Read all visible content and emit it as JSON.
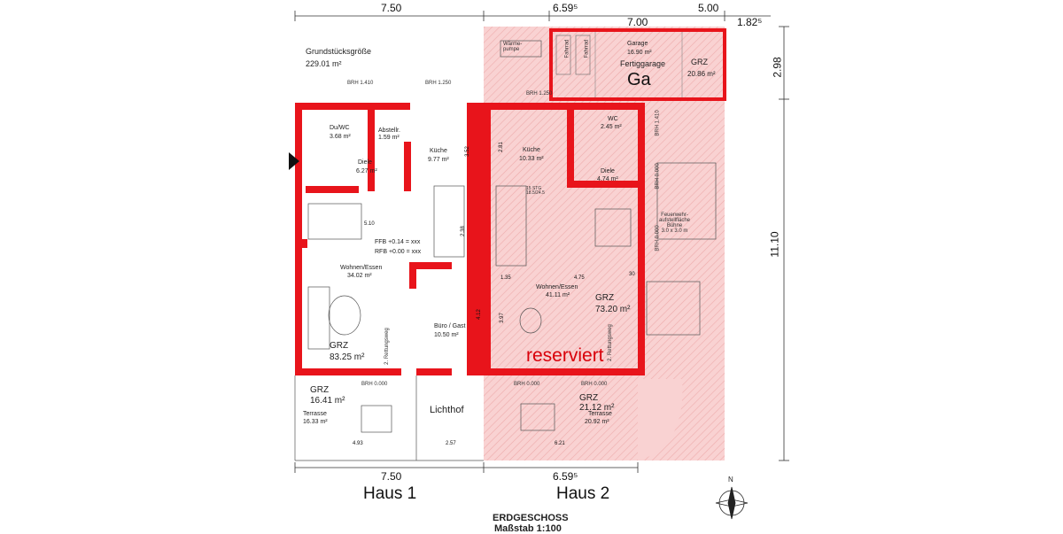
{
  "plot_info": {
    "label": "Grundstücksgröße",
    "value": "229.01 m²"
  },
  "dimensions": {
    "top": [
      "7.50",
      "6.59⁵",
      "7.00",
      "5.00",
      "1.82⁵"
    ],
    "bottom": [
      "7.50",
      "6.59⁵"
    ],
    "right": [
      "2.98",
      "11.10"
    ],
    "inner": [
      "5.10",
      "2.38",
      "1.35",
      "4.75",
      "30",
      "3.97",
      "4.12",
      "3.52",
      "2.81",
      "4.93",
      "2.57",
      "6.21",
      "4.12"
    ]
  },
  "houses": [
    "Haus 1",
    "Haus 2"
  ],
  "garage": {
    "label": "Garage",
    "area": "16.90 m²",
    "type": "Fertiggarage",
    "abbr": "Ga",
    "grz_label": "GRZ",
    "grz_area": "20.86 m²",
    "bike_1": "Fahrrad",
    "bike_2": "Fahrrad"
  },
  "heat_pump": "Wärme-\npumpe",
  "haus1_rooms": [
    {
      "name": "Du/WC",
      "area": "3.68 m²"
    },
    {
      "name": "Abstellr.",
      "area": "1.59 m²"
    },
    {
      "name": "Küche",
      "area": "9.77 m²"
    },
    {
      "name": "Diele",
      "area": "6.27 m²"
    },
    {
      "name": "Wohnen/Essen",
      "area": "34.02 m²"
    },
    {
      "name": "Büro / Gast",
      "area": "10.50 m²"
    },
    {
      "name": "Terrasse",
      "area": "16.33 m²"
    }
  ],
  "haus2_rooms": [
    {
      "name": "Küche",
      "area": "10.33 m²"
    },
    {
      "name": "WC",
      "area": "2.45 m²"
    },
    {
      "name": "Diele",
      "area": "4.74 m²"
    },
    {
      "name": "Wohnen/Essen",
      "area": "41.11 m²"
    },
    {
      "name": "Terrasse",
      "area": "20.92 m²"
    }
  ],
  "brh_labels": [
    "BRH 1.410",
    "BRH 1.250",
    "BRH 1.250",
    "BRH 1.410",
    "BRH 0.000",
    "BRH 0.000",
    "BRH 0.000",
    "BRH 0.000",
    "BRH 0.000"
  ],
  "levels": [
    "FFB +0.14 = xxx",
    "RFB +0.00 = xxx"
  ],
  "grz": {
    "label": "GRZ",
    "haus1_house": "83.25 m²",
    "haus1_terrace": "16.41 m²",
    "haus2_house": "73.20 m²",
    "haus2_terrace": "21.12 m²"
  },
  "lichthof": "Lichthof",
  "reserved": "reserviert",
  "escape_route": "2. Rettungsweg",
  "stair_note": "15 STG\n18.5/24.5",
  "fire_area": "Feuerwehr-\naufstellfläche\nBühne\n3.0 x 3.0 m",
  "footer": {
    "title": "ERDGESCHOSS",
    "scale": "Maßstab 1:100"
  },
  "compass": "N",
  "colors": {
    "wall": "#e8141b",
    "reserved_fill": "#f7c6c6",
    "reserved_hatch": "#e89a9a",
    "line": "#444444"
  }
}
